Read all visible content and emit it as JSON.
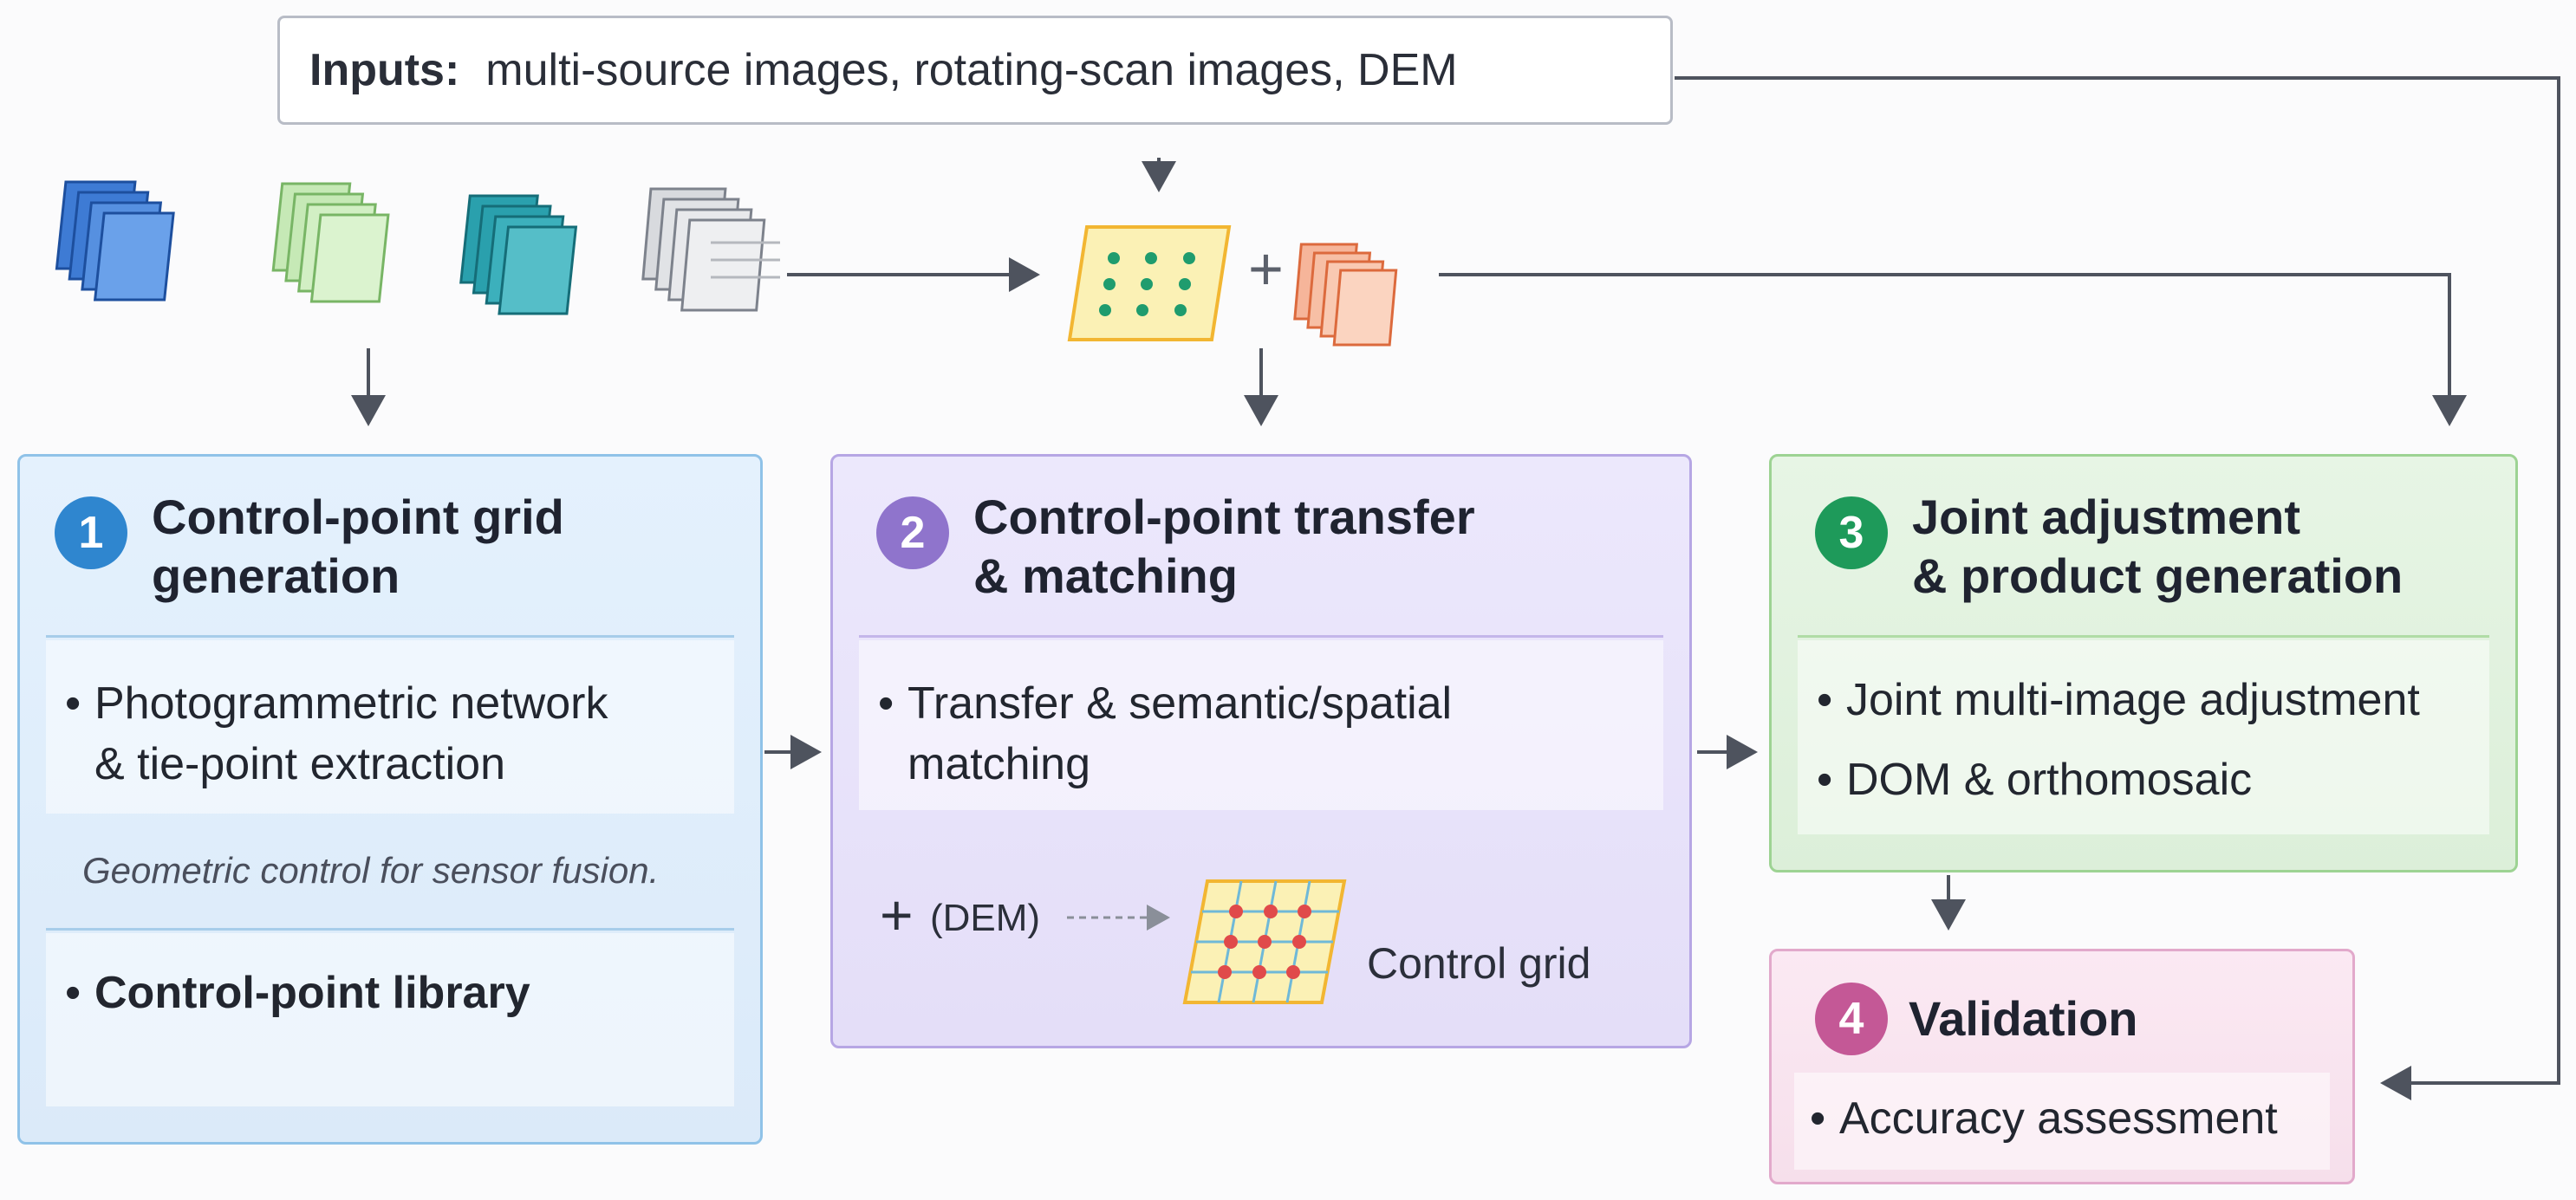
{
  "inputs": {
    "label": "Inputs:",
    "text": "multi-source images, rotating-scan images, DEM"
  },
  "panels": [
    {
      "number": "1",
      "title_lines": [
        "Control-point grid",
        "generation"
      ],
      "bullets": [
        "Photogrammetric network",
        "& tie-point extraction"
      ],
      "note": "Geometric control for sensor fusion.",
      "library": "Control-point library",
      "color": "#2f86cf"
    },
    {
      "number": "2",
      "title_lines": [
        "Control-point transfer",
        "& matching"
      ],
      "bullets": [
        "Transfer & semantic/spatial",
        "matching"
      ],
      "dem_plus": "+",
      "dem_label": "(DEM)",
      "grid_label": "Control grid",
      "color": "#8f74cc"
    },
    {
      "number": "3",
      "title_lines": [
        "Joint adjustment",
        "& product generation"
      ],
      "bullets": [
        "Joint multi-image adjustment",
        "DOM & orthomosaic"
      ],
      "color": "#1e9a5a"
    },
    {
      "number": "4",
      "title": "Validation",
      "bullets": [
        "Accuracy assessment"
      ],
      "color": "#c45896"
    }
  ],
  "plus_symbol": "+",
  "bullet_char": "•",
  "icons": {
    "stack_colors": [
      "#2f6ec7",
      "#9ed08a",
      "#2a9aa6",
      "#9a9ea6",
      "#ee8a63"
    ],
    "grid_fill": "#fbf1b5",
    "grid_border": "#f2b632",
    "point_color": "#1f9c6e",
    "grid_point_color": "#e04a4a"
  }
}
